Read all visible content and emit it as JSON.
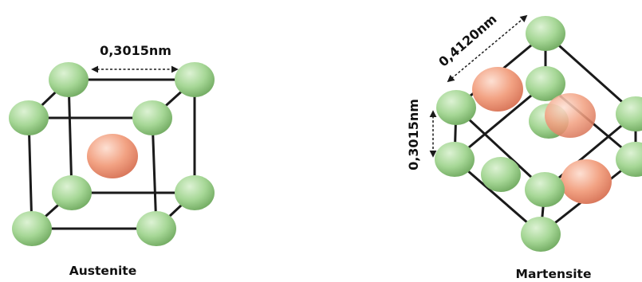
{
  "austenite": {
    "caption": "Austenite",
    "lattice_parameter": "0,3015nm"
  },
  "martensite": {
    "caption": "Martensite",
    "lattice_parameter_a": "0,4120nm",
    "lattice_parameter_c": "0,3015nm"
  },
  "colors": {
    "iron_atom": "#9fd08d",
    "carbon_atom": "#f2a283",
    "bond": "#1a1a1a"
  }
}
